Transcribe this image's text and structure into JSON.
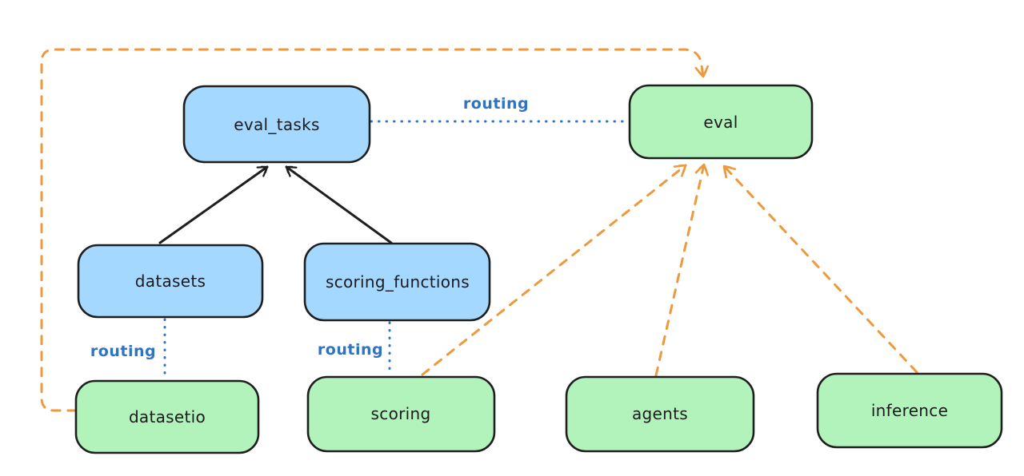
{
  "diagram": {
    "colors": {
      "background": "#ffffff",
      "node_blue_fill": "#a5d8ff",
      "node_green_fill": "#b2f2bb",
      "node_stroke": "#1e1e1e",
      "label_text": "#1b1b1e",
      "routing_blue": "#2f74c4",
      "edge_black": "#1e1e1e",
      "edge_orange": "#ec9a3d"
    },
    "nodes": {
      "eval_tasks": {
        "label": "eval_tasks",
        "color": "blue"
      },
      "eval": {
        "label": "eval",
        "color": "green"
      },
      "datasets": {
        "label": "datasets",
        "color": "blue"
      },
      "scoring_functions": {
        "label": "scoring_functions",
        "color": "blue"
      },
      "datasetio": {
        "label": "datasetio",
        "color": "green"
      },
      "scoring": {
        "label": "scoring",
        "color": "green"
      },
      "agents": {
        "label": "agents",
        "color": "green"
      },
      "inference": {
        "label": "inference",
        "color": "green"
      }
    },
    "edges": [
      {
        "id": "datasets-to-eval_tasks",
        "from": "datasets",
        "to": "eval_tasks",
        "style": "solid-black-arrow"
      },
      {
        "id": "scoring_functions-to-eval_tasks",
        "from": "scoring_functions",
        "to": "eval_tasks",
        "style": "solid-black-arrow"
      },
      {
        "id": "eval_tasks-to-eval",
        "from": "eval_tasks",
        "to": "eval",
        "style": "dotted-blue",
        "label": "routing"
      },
      {
        "id": "datasets-to-datasetio",
        "from": "datasets",
        "to": "datasetio",
        "style": "dotted-blue",
        "label": "routing"
      },
      {
        "id": "scoring_functions-to-scoring",
        "from": "scoring_functions",
        "to": "scoring",
        "style": "dotted-blue",
        "label": "routing"
      },
      {
        "id": "scoring-to-eval",
        "from": "scoring",
        "to": "eval",
        "style": "dashed-orange-arrow"
      },
      {
        "id": "agents-to-eval",
        "from": "agents",
        "to": "eval",
        "style": "dashed-orange-arrow"
      },
      {
        "id": "inference-to-eval",
        "from": "inference",
        "to": "eval",
        "style": "dashed-orange-arrow"
      },
      {
        "id": "datasetio-to-eval",
        "from": "datasetio",
        "to": "eval",
        "style": "dashed-orange-arrow",
        "route": "left-and-over-top"
      }
    ]
  }
}
